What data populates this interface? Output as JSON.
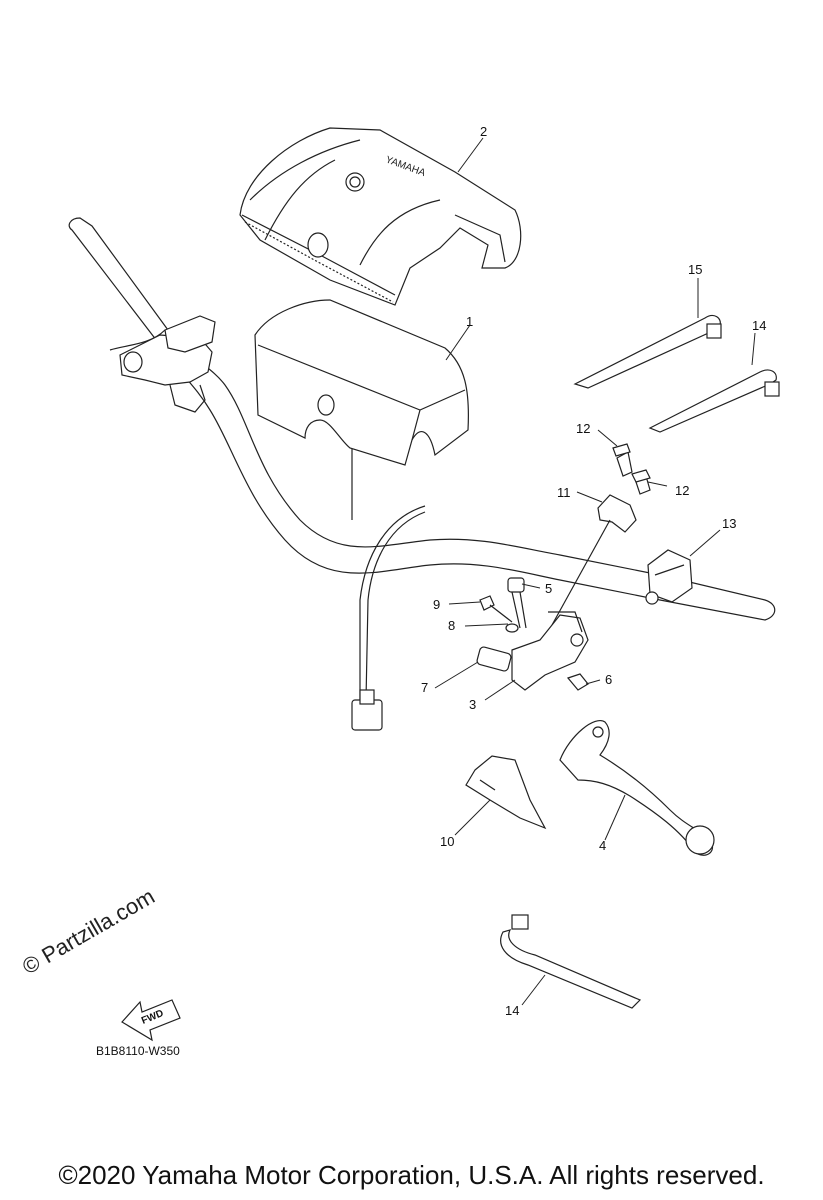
{
  "callouts": [
    {
      "id": "1",
      "label": "1"
    },
    {
      "id": "2",
      "label": "2"
    },
    {
      "id": "3",
      "label": "3"
    },
    {
      "id": "4",
      "label": "4"
    },
    {
      "id": "5",
      "label": "5"
    },
    {
      "id": "6",
      "label": "6"
    },
    {
      "id": "7",
      "label": "7"
    },
    {
      "id": "8",
      "label": "8"
    },
    {
      "id": "9",
      "label": "9"
    },
    {
      "id": "10",
      "label": "10"
    },
    {
      "id": "11",
      "label": "11"
    },
    {
      "id": "12a",
      "label": "12"
    },
    {
      "id": "12b",
      "label": "12"
    },
    {
      "id": "13",
      "label": "13"
    },
    {
      "id": "14a",
      "label": "14"
    },
    {
      "id": "14b",
      "label": "14"
    },
    {
      "id": "15",
      "label": "15"
    }
  ],
  "watermark": "© Partzilla.com",
  "fwd_label": "FWD",
  "diagram_code": "B1B8110-W350",
  "copyright": "©2020 Yamaha Motor Corporation, U.S.A. All rights reserved."
}
